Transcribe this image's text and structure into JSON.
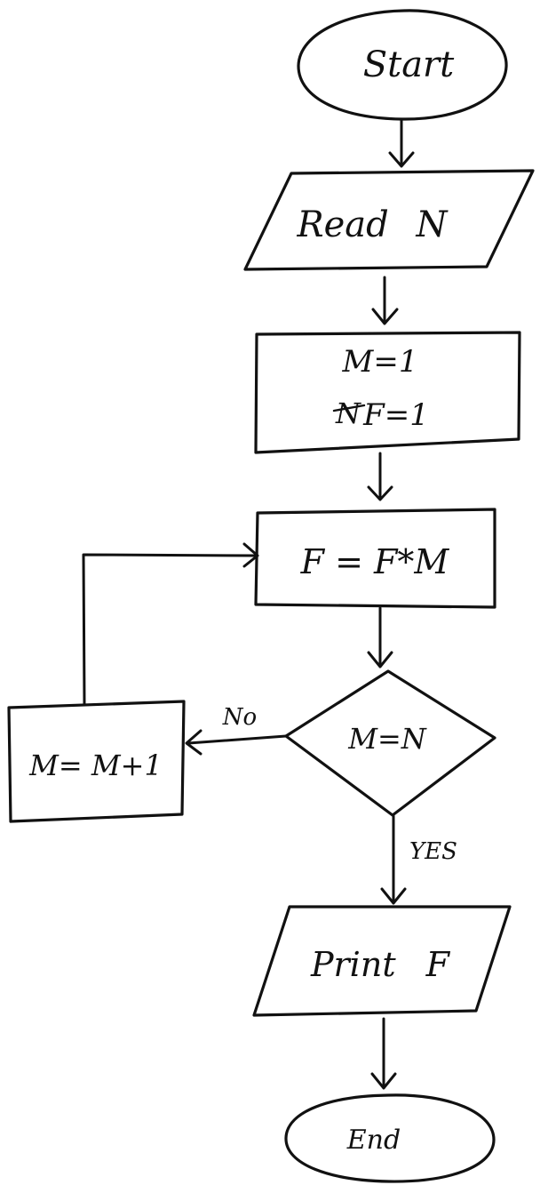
{
  "flowchart": {
    "start": "Start",
    "read": "Read N",
    "init_m": "M=1",
    "init_struck": "N",
    "init_f": "F=1",
    "multiply": "F = F*M",
    "decision": "M=N",
    "no_label": "No",
    "increment": "M= M+1",
    "yes_label": "YES",
    "print": "Print F",
    "end": "End"
  }
}
